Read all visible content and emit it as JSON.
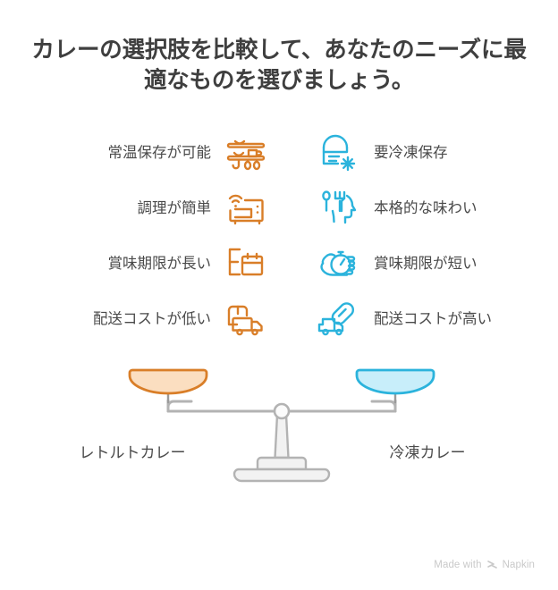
{
  "title": "カレーの選択肢を比較して、あなたのニーズに最適なものを選びましょう。",
  "colors": {
    "left_accent": "#D97E28",
    "right_accent": "#2BB3DC",
    "left_pan_fill": "#FBDEC0",
    "right_pan_fill": "#C8EEFA",
    "text": "#4a4a4a",
    "title_text": "#3f3f3f",
    "scale_gray": "#b3b3b3",
    "watermark": "#c9c9c9"
  },
  "left": {
    "option_label": "レトルトカレー",
    "items": [
      {
        "label": "常温保存が可能",
        "icon": "kitchen-shelf-icon"
      },
      {
        "label": "調理が簡単",
        "icon": "smart-microwave-icon"
      },
      {
        "label": "賞味期限が長い",
        "icon": "calendar-icon"
      },
      {
        "label": "配送コストが低い",
        "icon": "box-truck-icon"
      }
    ]
  },
  "right": {
    "option_label": "冷凍カレー",
    "items": [
      {
        "label": "要冷凍保存",
        "icon": "freezer-snowflake-icon"
      },
      {
        "label": "本格的な味わい",
        "icon": "head-cutlery-icon"
      },
      {
        "label": "賞味期限が短い",
        "icon": "hand-stopwatch-icon"
      },
      {
        "label": "配送コストが高い",
        "icon": "truck-capsule-icon"
      }
    ]
  },
  "watermark": {
    "prefix": "Made with",
    "brand": "Napkin"
  }
}
